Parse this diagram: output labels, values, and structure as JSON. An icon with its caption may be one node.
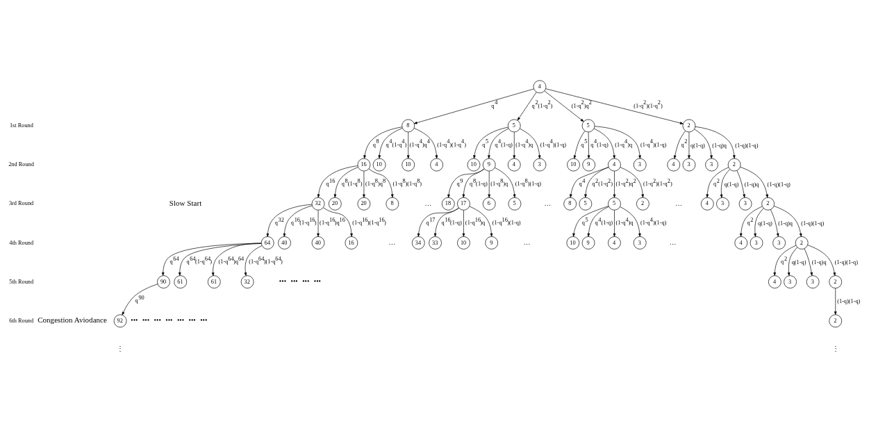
{
  "diagram": {
    "nodes": [
      {
        "text": [
          "4"
        ]
      },
      {
        "text": [
          "8"
        ]
      },
      {
        "text": [
          "5"
        ]
      },
      {
        "text": [
          "5"
        ]
      },
      {
        "text": [
          "2"
        ]
      },
      {
        "text": [
          "16"
        ]
      },
      {
        "text": [
          "10"
        ]
      },
      {
        "text": [
          "10"
        ]
      },
      {
        "text": [
          "4"
        ]
      },
      {
        "text": [
          "10"
        ]
      },
      {
        "text": [
          "9"
        ]
      },
      {
        "text": [
          "4"
        ]
      },
      {
        "text": [
          "3"
        ]
      },
      {
        "text": [
          "10"
        ]
      },
      {
        "text": [
          "9"
        ]
      },
      {
        "text": [
          "4"
        ]
      },
      {
        "text": [
          "3"
        ]
      },
      {
        "text": [
          "4"
        ]
      },
      {
        "text": [
          "3"
        ]
      },
      {
        "text": [
          "3"
        ]
      },
      {
        "text": [
          "2"
        ]
      },
      {
        "text": [
          "32"
        ]
      },
      {
        "text": [
          "20"
        ]
      },
      {
        "text": [
          "20"
        ]
      },
      {
        "text": [
          "8"
        ]
      },
      {
        "text": [
          "18"
        ]
      },
      {
        "text": [
          "17"
        ]
      },
      {
        "text": [
          "6"
        ]
      },
      {
        "text": [
          "5"
        ]
      },
      {
        "text": [
          "8"
        ]
      },
      {
        "text": [
          "5"
        ]
      },
      {
        "text": [
          "5"
        ]
      },
      {
        "text": [
          "2"
        ]
      },
      {
        "text": [
          "4"
        ]
      },
      {
        "text": [
          "3"
        ]
      },
      {
        "text": [
          "3"
        ]
      },
      {
        "text": [
          "2"
        ]
      },
      {
        "text": [
          "64"
        ]
      },
      {
        "text": [
          "40"
        ]
      },
      {
        "text": [
          "40"
        ]
      },
      {
        "text": [
          "16"
        ]
      },
      {
        "text": [
          "34"
        ]
      },
      {
        "text": [
          "33"
        ]
      },
      {
        "text": [
          "10"
        ]
      },
      {
        "text": [
          "9"
        ]
      },
      {
        "text": [
          "10"
        ]
      },
      {
        "text": [
          "9"
        ]
      },
      {
        "text": [
          "4"
        ]
      },
      {
        "text": [
          "3"
        ]
      },
      {
        "text": [
          "4"
        ]
      },
      {
        "text": [
          "3"
        ]
      },
      {
        "text": [
          "3"
        ]
      },
      {
        "text": [
          "2"
        ]
      },
      {
        "text": [
          "90"
        ]
      },
      {
        "text": [
          "61"
        ]
      },
      {
        "text": [
          "61"
        ]
      },
      {
        "text": [
          "32"
        ]
      },
      {
        "text": [
          "4"
        ]
      },
      {
        "text": [
          "3"
        ]
      },
      {
        "text": [
          "3"
        ]
      },
      {
        "text": [
          "2"
        ]
      },
      {
        "text": [
          "92"
        ]
      },
      {
        "text": [
          "2"
        ]
      }
    ],
    "edges": [
      {
        "from": 0,
        "to": 1,
        "arrow": "to",
        "label": "q$^{4}$"
      },
      {
        "from": 0,
        "to": 2,
        "arrow": "to",
        "label": "q$^{2}$(1-q$^{2}$)"
      },
      {
        "from": 0,
        "to": 3,
        "arrow": "to",
        "label": "(1-q$^{2}$)q$^{2}$"
      },
      {
        "from": 0,
        "to": 4,
        "arrow": "to",
        "label": "(1-q$^{2}$)(1-q$^{2}$)"
      },
      {
        "from": 1,
        "to": 5,
        "arrow": "to",
        "label": "q$^{8}$"
      },
      {
        "from": 1,
        "to": 6,
        "arrow": "to",
        "label": "q$^{4}$(1-q$^{4}$)"
      },
      {
        "from": 1,
        "to": 7,
        "arrow": "to",
        "label": "(1-q$^{4}$)q$^{4}$"
      },
      {
        "from": 1,
        "to": 8,
        "arrow": "to",
        "label": "(1-q$^{4}$)(1-q$^{4}$)"
      },
      {
        "from": 2,
        "to": 9,
        "arrow": "to",
        "label": "q$^{5}$"
      },
      {
        "from": 2,
        "to": 10,
        "arrow": "to",
        "label": "q$^{4}$(1-q)"
      },
      {
        "from": 2,
        "to": 11,
        "arrow": "to",
        "label": "(1-q$^{4}$)q"
      },
      {
        "from": 2,
        "to": 12,
        "arrow": "to",
        "label": "(1-q$^{4}$)(1-q)"
      },
      {
        "from": 3,
        "to": 13,
        "arrow": "to",
        "label": "q$^{5}$"
      },
      {
        "from": 3,
        "to": 14,
        "arrow": "to",
        "label": "q$^{4}$(1-q)"
      },
      {
        "from": 3,
        "to": 15,
        "arrow": "to",
        "label": "(1-q$^{4}$)q"
      },
      {
        "from": 3,
        "to": 16,
        "arrow": "to",
        "label": "(1-q$^{4}$)(1-q)"
      },
      {
        "from": 4,
        "to": 17,
        "arrow": "to",
        "label": "q$^{2}$"
      },
      {
        "from": 4,
        "to": 18,
        "arrow": "to",
        "label": "q(1-q)"
      },
      {
        "from": 4,
        "to": 19,
        "arrow": "to",
        "label": "(1-q)q"
      },
      {
        "from": 4,
        "to": 20,
        "arrow": "to",
        "label": "(1-q)(1-q)"
      },
      {
        "from": 5,
        "to": 21,
        "arrow": "to",
        "label": "q$^{16}$"
      },
      {
        "from": 5,
        "to": 22,
        "arrow": "to",
        "label": "q$^{8}$(1-q$^{8}$)"
      },
      {
        "from": 5,
        "to": 23,
        "arrow": "to",
        "label": "(1-q$^{8}$)q$^{8}$"
      },
      {
        "from": 5,
        "to": 24,
        "arrow": "to",
        "label": "(1-q$^{8}$)(1-q$^{8}$)"
      },
      {
        "from": 10,
        "to": 25,
        "arrow": "to",
        "label": "q$^{9}$"
      },
      {
        "from": 10,
        "to": 26,
        "arrow": "to",
        "label": "q$^{8}$(1-q)"
      },
      {
        "from": 10,
        "to": 27,
        "arrow": "to",
        "label": "(1-q$^{8}$)q"
      },
      {
        "from": 10,
        "to": 28,
        "arrow": "to",
        "label": "(1-q$^{8}$)(1-q)"
      },
      {
        "from": 15,
        "to": 29,
        "arrow": "to",
        "label": "q$^{4}$"
      },
      {
        "from": 15,
        "to": 30,
        "arrow": "to",
        "label": "q$^{2}$(1-q$^{2}$)"
      },
      {
        "from": 15,
        "to": 31,
        "arrow": "to",
        "label": "(1-q$^{2}$)q$^{2}$"
      },
      {
        "from": 15,
        "to": 32,
        "arrow": "to",
        "label": "(1-q$^{2}$)(1-q$^{2}$)"
      },
      {
        "from": 20,
        "to": 33,
        "arrow": "to",
        "label": "q$^{2}$"
      },
      {
        "from": 20,
        "to": 34,
        "arrow": "to",
        "label": "q(1-q)"
      },
      {
        "from": 20,
        "to": 35,
        "arrow": "to",
        "label": "(1-q)q"
      },
      {
        "from": 20,
        "to": 36,
        "arrow": "to",
        "label": "(1-q)(1-q)"
      },
      {
        "from": 21,
        "to": 37,
        "arrow": "to",
        "label": "q$^{32}$"
      },
      {
        "from": 21,
        "to": 38,
        "arrow": "to",
        "label": "q$^{16}$(1-q$^{16}$)"
      },
      {
        "from": 21,
        "to": 39,
        "arrow": "to",
        "label": "(1-q$^{16}$)q$^{16}$"
      },
      {
        "from": 21,
        "to": 40,
        "arrow": "to",
        "label": "(1-q$^{16}$)(1-q$^{16}$)"
      },
      {
        "from": 26,
        "to": 41,
        "arrow": "to",
        "label": "q$^{17}$"
      },
      {
        "from": 26,
        "to": 42,
        "arrow": "to",
        "label": "q$^{16}$(1-q)"
      },
      {
        "from": 26,
        "to": 43,
        "arrow": "to",
        "label": "(1-q$^{16}$)q"
      },
      {
        "from": 26,
        "to": 44,
        "arrow": "to",
        "label": "(1-q$^{16}$)(1-q)"
      },
      {
        "from": 31,
        "to": 45,
        "arrow": "to",
        "label": "q$^{5}$"
      },
      {
        "from": 31,
        "to": 46,
        "arrow": "to",
        "label": "q$^{4}$(1-q)"
      },
      {
        "from": 31,
        "to": 47,
        "arrow": "to",
        "label": "(1-q$^{4}$)q"
      },
      {
        "from": 31,
        "to": 48,
        "arrow": "to",
        "label": "(1-q$^{4}$)(1-q)"
      },
      {
        "from": 36,
        "to": 49,
        "arrow": "to",
        "label": "q$^{2}$"
      },
      {
        "from": 36,
        "to": 50,
        "arrow": "to",
        "label": "q(1-q)"
      },
      {
        "from": 36,
        "to": 51,
        "arrow": "to",
        "label": "(1-q)q"
      },
      {
        "from": 36,
        "to": 52,
        "arrow": "to",
        "label": "(1-q)(1-q)"
      },
      {
        "from": 37,
        "to": 53,
        "arrow": "to",
        "label": "q$^{64}$"
      },
      {
        "from": 37,
        "to": 54,
        "arrow": "to",
        "label": "q$^{64}$(1-q$^{64}$)"
      },
      {
        "from": 37,
        "to": 55,
        "arrow": "to",
        "label": "(1-q$^{64}$)q$^{64}$"
      },
      {
        "from": 37,
        "to": 56,
        "arrow": "to",
        "label": "(1-q$^{64}$)(1-q$^{64}$)"
      },
      {
        "from": 52,
        "to": 57,
        "arrow": "to",
        "label": "q$^{2}$"
      },
      {
        "from": 52,
        "to": 58,
        "arrow": "to",
        "label": "q(1-q)"
      },
      {
        "from": 52,
        "to": 59,
        "arrow": "to",
        "label": "(1-q)q"
      },
      {
        "from": 52,
        "to": 60,
        "arrow": "to",
        "label": "(1-q)(1-q)"
      },
      {
        "from": 53,
        "to": 61,
        "arrow": "to",
        "label": "q$^{90}$"
      },
      {
        "from": 60,
        "to": 62,
        "arrow": "to",
        "label": "(1-q)(1-q)"
      }
    ],
    "labels": [
      "1st Round",
      "2nd Round",
      "3rd Round",
      "4th Round",
      "5th Round",
      "6th Round",
      "Slow Start",
      "Congestion Aviodance",
      "…",
      "…",
      "…",
      "…",
      "…",
      "…",
      "•••",
      "•••",
      "•••",
      "•••",
      "•••",
      "•••",
      "•••",
      "•••",
      "•••",
      "•••",
      "•••",
      "⋮",
      "⋮"
    ]
  }
}
